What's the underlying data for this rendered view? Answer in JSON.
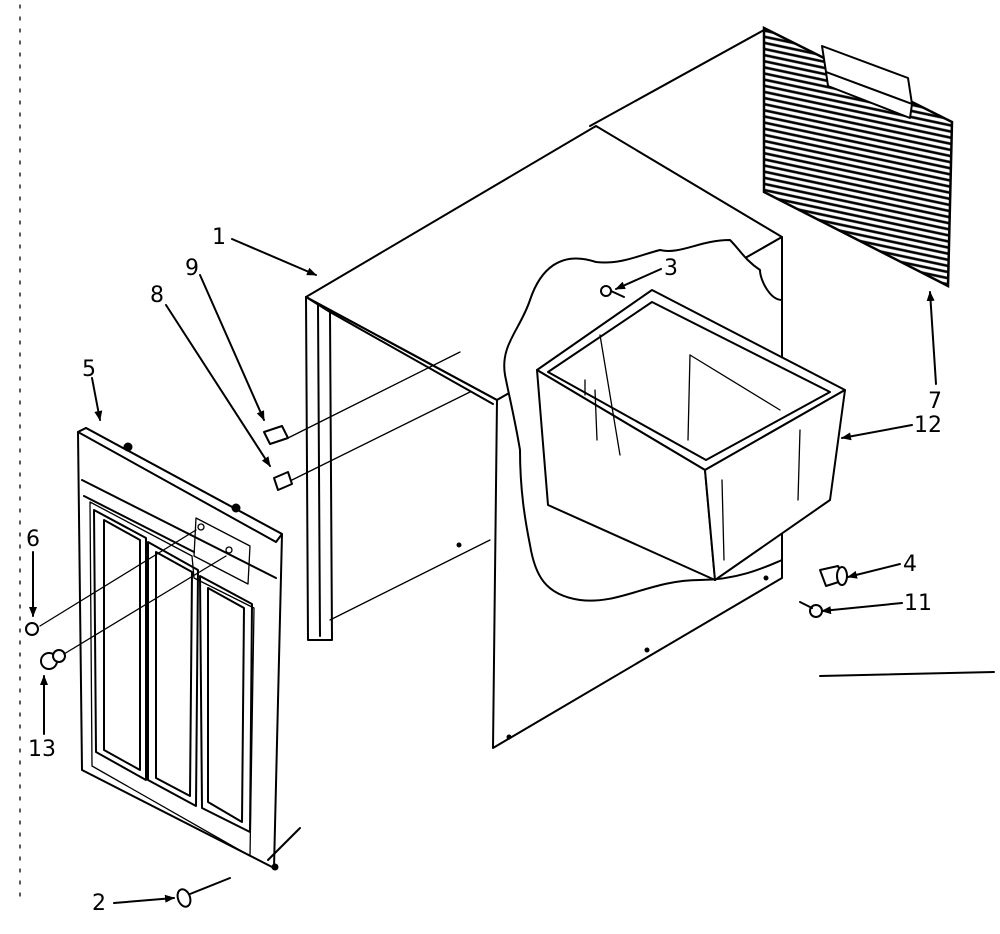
{
  "callouts": [
    {
      "id": "c1",
      "text": "1"
    },
    {
      "id": "c2",
      "text": "2"
    },
    {
      "id": "c3",
      "text": "3"
    },
    {
      "id": "c4",
      "text": "4"
    },
    {
      "id": "c5",
      "text": "5"
    },
    {
      "id": "c6",
      "text": "6"
    },
    {
      "id": "c7",
      "text": "7"
    },
    {
      "id": "c8",
      "text": "8"
    },
    {
      "id": "c9",
      "text": "9"
    },
    {
      "id": "c11",
      "text": "11"
    },
    {
      "id": "c12",
      "text": "12"
    },
    {
      "id": "c13",
      "text": "13"
    }
  ]
}
